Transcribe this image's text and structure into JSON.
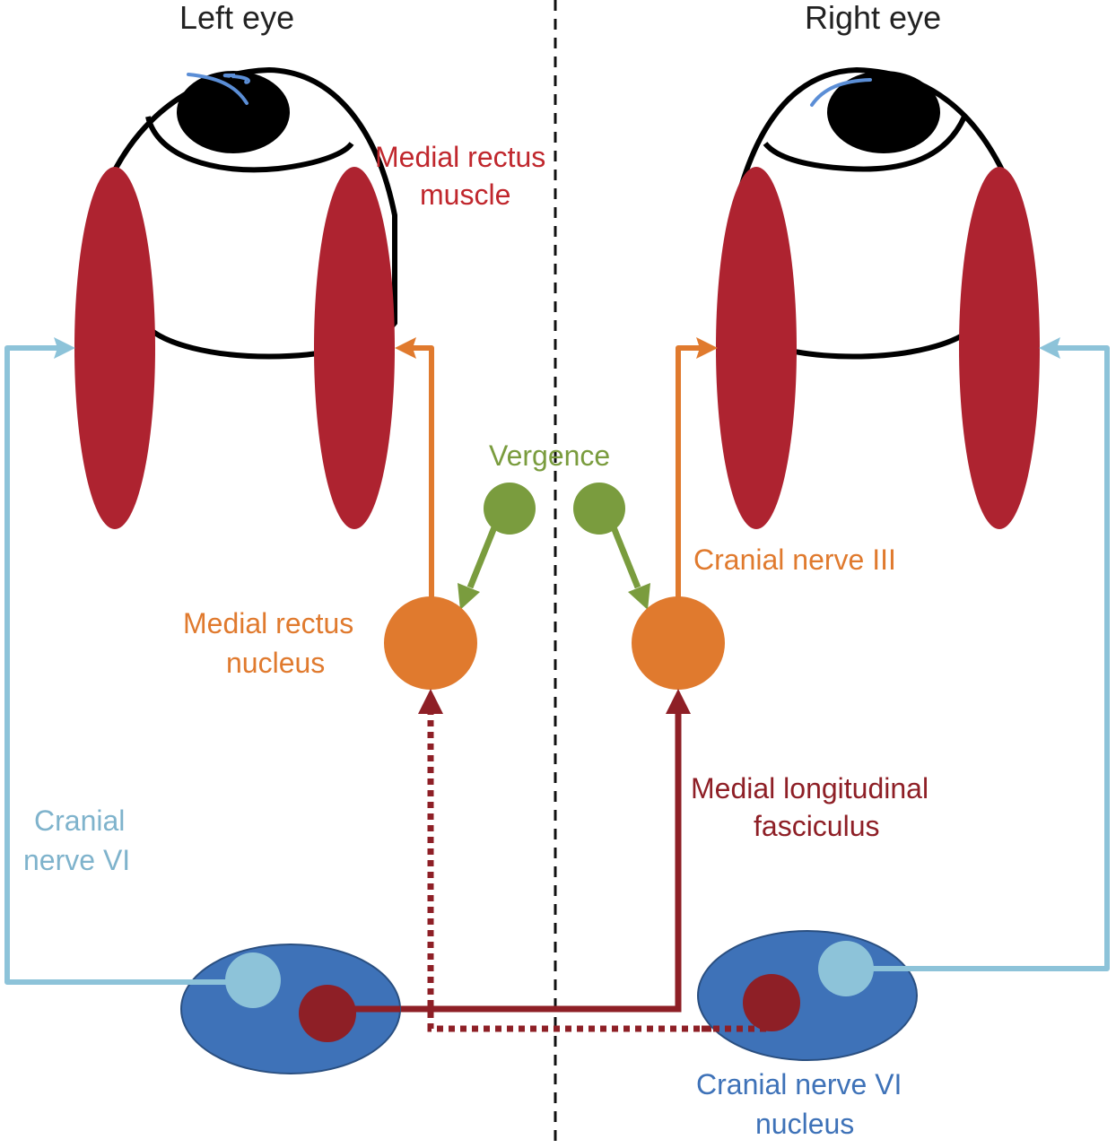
{
  "titles": {
    "left_eye": "Left eye",
    "right_eye": "Right eye"
  },
  "labels": {
    "medial_rectus_muscle_line1": "Medial rectus",
    "medial_rectus_muscle_line2": "muscle",
    "vergence": "Vergence",
    "cranial_nerve_iii": "Cranial nerve III",
    "medial_rectus_nucleus_line1": "Medial rectus",
    "medial_rectus_nucleus_line2": "nucleus",
    "mlf_line1": "Medial longitudinal",
    "mlf_line2": "fasciculus",
    "cranial_nerve_vi_line1": "Cranial",
    "cranial_nerve_vi_line2": "nerve VI",
    "cn_vi_nucleus_line1": "Cranial nerve VI",
    "cn_vi_nucleus_line2": "nucleus"
  },
  "colors": {
    "muscle_red": "#AE2330",
    "label_red": "#C0272D",
    "orange": "#E07A2E",
    "green": "#7A9C3E",
    "light_blue": "#8DC3D9",
    "nerve_vi_text": "#7FB3CC",
    "nucleus_blue": "#3E72B8",
    "dark_red": "#8E1F26",
    "midline": "#111111",
    "eye_outline": "#000000",
    "cornea_highlight": "#5B8ED6"
  }
}
